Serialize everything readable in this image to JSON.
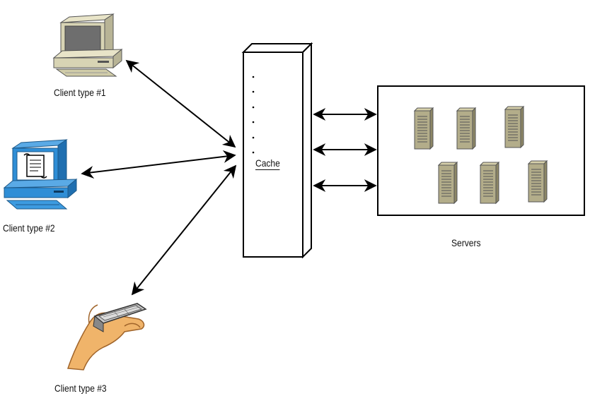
{
  "clients": [
    {
      "id": "client-1",
      "label": "Client type #1",
      "device": "desktop-computer-icon"
    },
    {
      "id": "client-2",
      "label": "Client type #2",
      "device": "blue-computer-icon"
    },
    {
      "id": "client-3",
      "label": "Client type #3",
      "device": "handheld-pda-icon"
    }
  ],
  "cache": {
    "label": "Cache"
  },
  "servers": {
    "label": "Servers",
    "count": 6
  },
  "colors": {
    "line": "#000000",
    "desktop_beige": "#d8d4b4",
    "monitor_blue": "#2f8ed6",
    "server_tan": "#b3ad8a",
    "hand": "#f0b46a"
  }
}
